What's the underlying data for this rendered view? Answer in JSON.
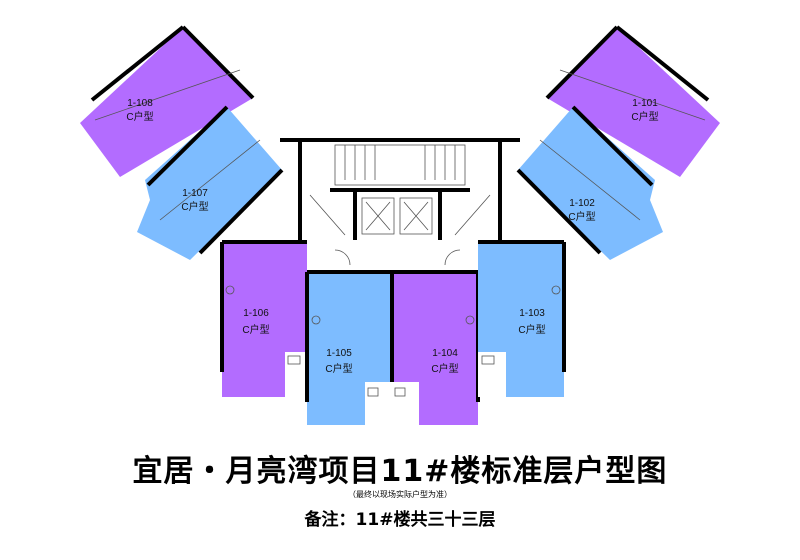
{
  "title": "宜居・月亮湾项目11#楼标准层户型图",
  "subtitle": "（最终以现场实际户型为准）",
  "note": "备注：11#楼共三十三层",
  "colors": {
    "purple": "#b36cff",
    "blue": "#7dbcff",
    "wall": "#000000"
  },
  "units": [
    {
      "id": "1-101",
      "type": "C户型",
      "color": "purple"
    },
    {
      "id": "1-102",
      "type": "C户型",
      "color": "blue"
    },
    {
      "id": "1-103",
      "type": "C户型",
      "color": "blue"
    },
    {
      "id": "1-104",
      "type": "C户型",
      "color": "purple"
    },
    {
      "id": "1-105",
      "type": "C户型",
      "color": "blue"
    },
    {
      "id": "1-106",
      "type": "C户型",
      "color": "purple"
    },
    {
      "id": "1-107",
      "type": "C户型",
      "color": "blue"
    },
    {
      "id": "1-108",
      "type": "C户型",
      "color": "purple"
    }
  ]
}
